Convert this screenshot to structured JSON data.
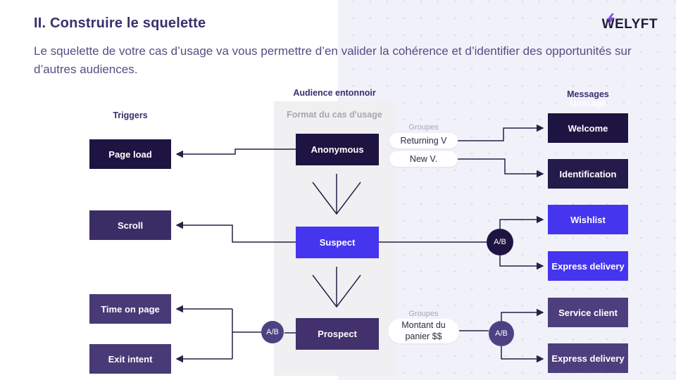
{
  "slide": {
    "title": "II. Construire le squelette",
    "subtitle": "Le squelette de votre cas d’usage va vous permettre d’en valider la cohérence et d’identifier des opportunités sur d’autres audiences.",
    "logo_text": "WELYFT"
  },
  "diagram": {
    "headers": {
      "triggers": "Triggers",
      "audience": "Audience entonnoir",
      "format": "Format du cas d'usage",
      "messages": "Messages",
      "messages_ghost": "Message"
    },
    "triggers": [
      {
        "label": "Page load"
      },
      {
        "label": "Scroll"
      },
      {
        "label": "Time on page"
      },
      {
        "label": "Exit intent"
      }
    ],
    "funnel": [
      {
        "label": "Anonymous"
      },
      {
        "label": "Suspect"
      },
      {
        "label": "Prospect"
      }
    ],
    "groups_top": {
      "caption": "Groupes",
      "pill1": "Returning V",
      "pill2": "New V."
    },
    "groups_bottom": {
      "caption": "Groupes",
      "pill1": "Montant du panier $$"
    },
    "ab": {
      "top": "A/B",
      "left": "A/B",
      "right": "A/B"
    },
    "messages": [
      {
        "label": "Welcome"
      },
      {
        "label": "Identification"
      },
      {
        "label": "Wishlist"
      },
      {
        "label": "Express delivery"
      },
      {
        "label": "Service client"
      },
      {
        "label": "Express delivery"
      }
    ],
    "colors": {
      "heading_purple": "#3b2e6d",
      "body_purple": "#584c85",
      "muted_gray": "#a9a6b0",
      "dark_navy_box": "#1e1442",
      "accent_blue_box": "#4535ef",
      "scroll_box": "#3a2c64",
      "prospect_box": "#42316c",
      "trigger_purple_box": "#473a76",
      "message_purple_box": "#4d3f7e",
      "ab_navy": "#1e1442",
      "ab_purple": "#4e4183",
      "wire": "#262146",
      "funnel_column_bg": "#f0eff2",
      "dotted_panel_bg": "#f1f1fa"
    }
  }
}
